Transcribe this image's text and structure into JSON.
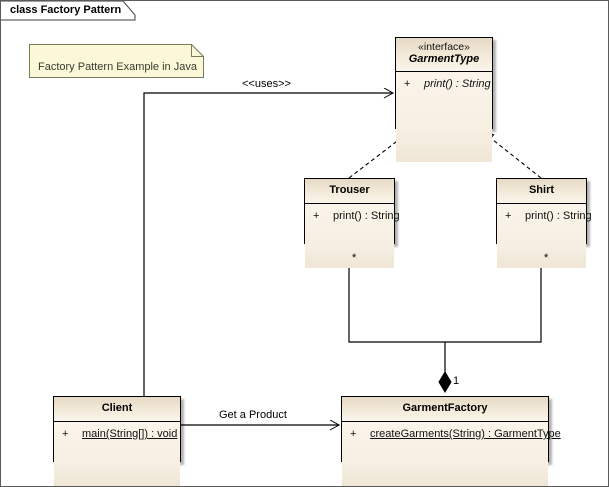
{
  "frame": {
    "label": "class Factory Pattern"
  },
  "note": {
    "text": "Factory Pattern Example in Java"
  },
  "classes": {
    "garmenttype": {
      "stereotype": "«interface»",
      "name": "GarmentType",
      "operations": [
        {
          "visibility": "+",
          "signature": "print() : String"
        }
      ]
    },
    "trouser": {
      "name": "Trouser",
      "operations": [
        {
          "visibility": "+",
          "signature": "print() : String"
        }
      ]
    },
    "shirt": {
      "name": "Shirt",
      "operations": [
        {
          "visibility": "+",
          "signature": "print() : String"
        }
      ]
    },
    "client": {
      "name": "Client",
      "operations": [
        {
          "visibility": "+",
          "signature": "main(String[]) : void"
        }
      ]
    },
    "garmentfactory": {
      "name": "GarmentFactory",
      "operations": [
        {
          "visibility": "+",
          "signature": "createGarments(String) : GarmentType"
        }
      ]
    }
  },
  "connectors": {
    "uses_label": "<<uses>>",
    "get_product_label": "Get a Product",
    "mult_trouser": "*",
    "mult_shirt": "*",
    "mult_factory": "1"
  },
  "colors": {
    "class_fill": "#f7f0e4",
    "header_fill": "#e8dcc8",
    "note_fill": "#fbf8d8",
    "line": "#000000",
    "canvas": "#ffffff"
  }
}
